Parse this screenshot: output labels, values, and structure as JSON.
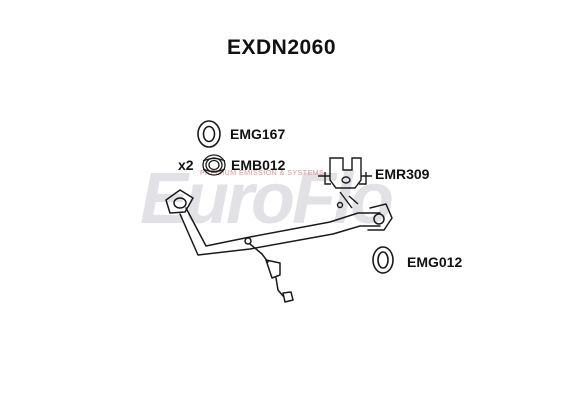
{
  "title": "EXDN2060",
  "watermark": {
    "logo_text": "EuroFlo",
    "tagline": "PREMIUM EMISSION & SYSTEMS"
  },
  "parts": [
    {
      "code": "EMG167",
      "icon": "gasket-icon"
    },
    {
      "code": "EMB012",
      "quantity": "x2",
      "icon": "spring-icon"
    },
    {
      "code": "EMR309",
      "icon": "bracket-icon"
    },
    {
      "code": "EMG012",
      "icon": "gasket-icon"
    }
  ],
  "colors": {
    "line": "#1a1a1a",
    "watermark": "#c9c9d3",
    "tagline": "#d27a7a"
  }
}
